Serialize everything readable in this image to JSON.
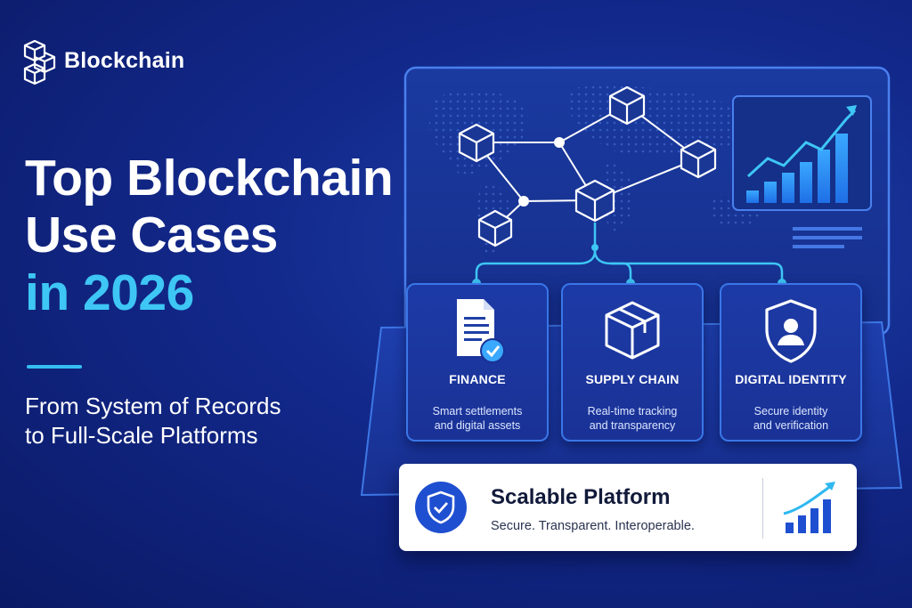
{
  "brand": {
    "name": "Blockchain",
    "icon": "stacked-cubes-icon"
  },
  "headline": {
    "line1": "Top Blockchain",
    "line2": "Use Cases",
    "line3": "in 2026"
  },
  "subtitle": {
    "line1": "From System of Records",
    "line2": "to Full-Scale Platforms"
  },
  "cards": [
    {
      "title": "FINANCE",
      "desc_line1": "Smart settlements",
      "desc_line2": "and digital assets",
      "icon": "document-check-icon"
    },
    {
      "title": "SUPPLY CHAIN",
      "desc_line1": "Real-time tracking",
      "desc_line2": "and transparency",
      "icon": "package-box-icon"
    },
    {
      "title": "DIGITAL IDENTITY",
      "desc_line1": "Secure identity",
      "desc_line2": "and verification",
      "icon": "shield-user-icon"
    }
  ],
  "platform": {
    "title": "Scalable Platform",
    "tagline": "Secure. Transparent. Interoperable.",
    "icon": "shield-check-icon",
    "chart_icon": "growth-chart-icon"
  },
  "colors": {
    "background": "#12288a",
    "accent_cyan": "#3ec6f5",
    "card_border": "#3a76e8",
    "brand_blue": "#1f4fd1"
  }
}
